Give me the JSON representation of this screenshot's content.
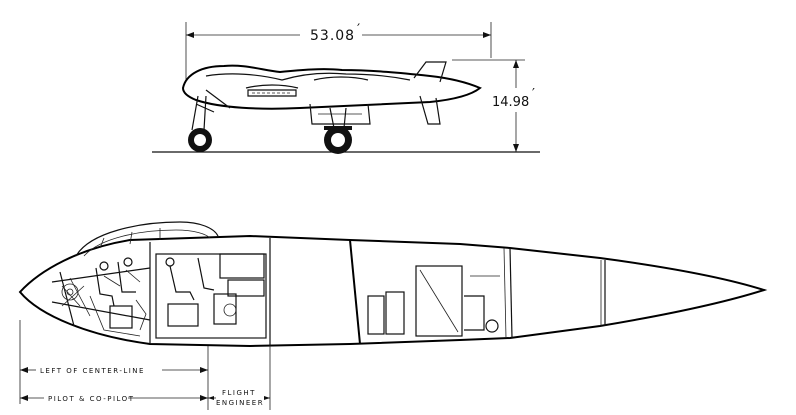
{
  "side_view": {
    "length_label": "53.08",
    "length_unit_mark": "′",
    "height_label": "14.98",
    "height_unit_mark": "′"
  },
  "section_view": {
    "zone_labels": {
      "left_of_centerline": "LEFT OF CENTER-LINE",
      "pilot_copilot": "PILOT & CO-PILOT",
      "flight_engineer_line1": "FLIGHT",
      "flight_engineer_line2": "ENGINEER"
    }
  }
}
